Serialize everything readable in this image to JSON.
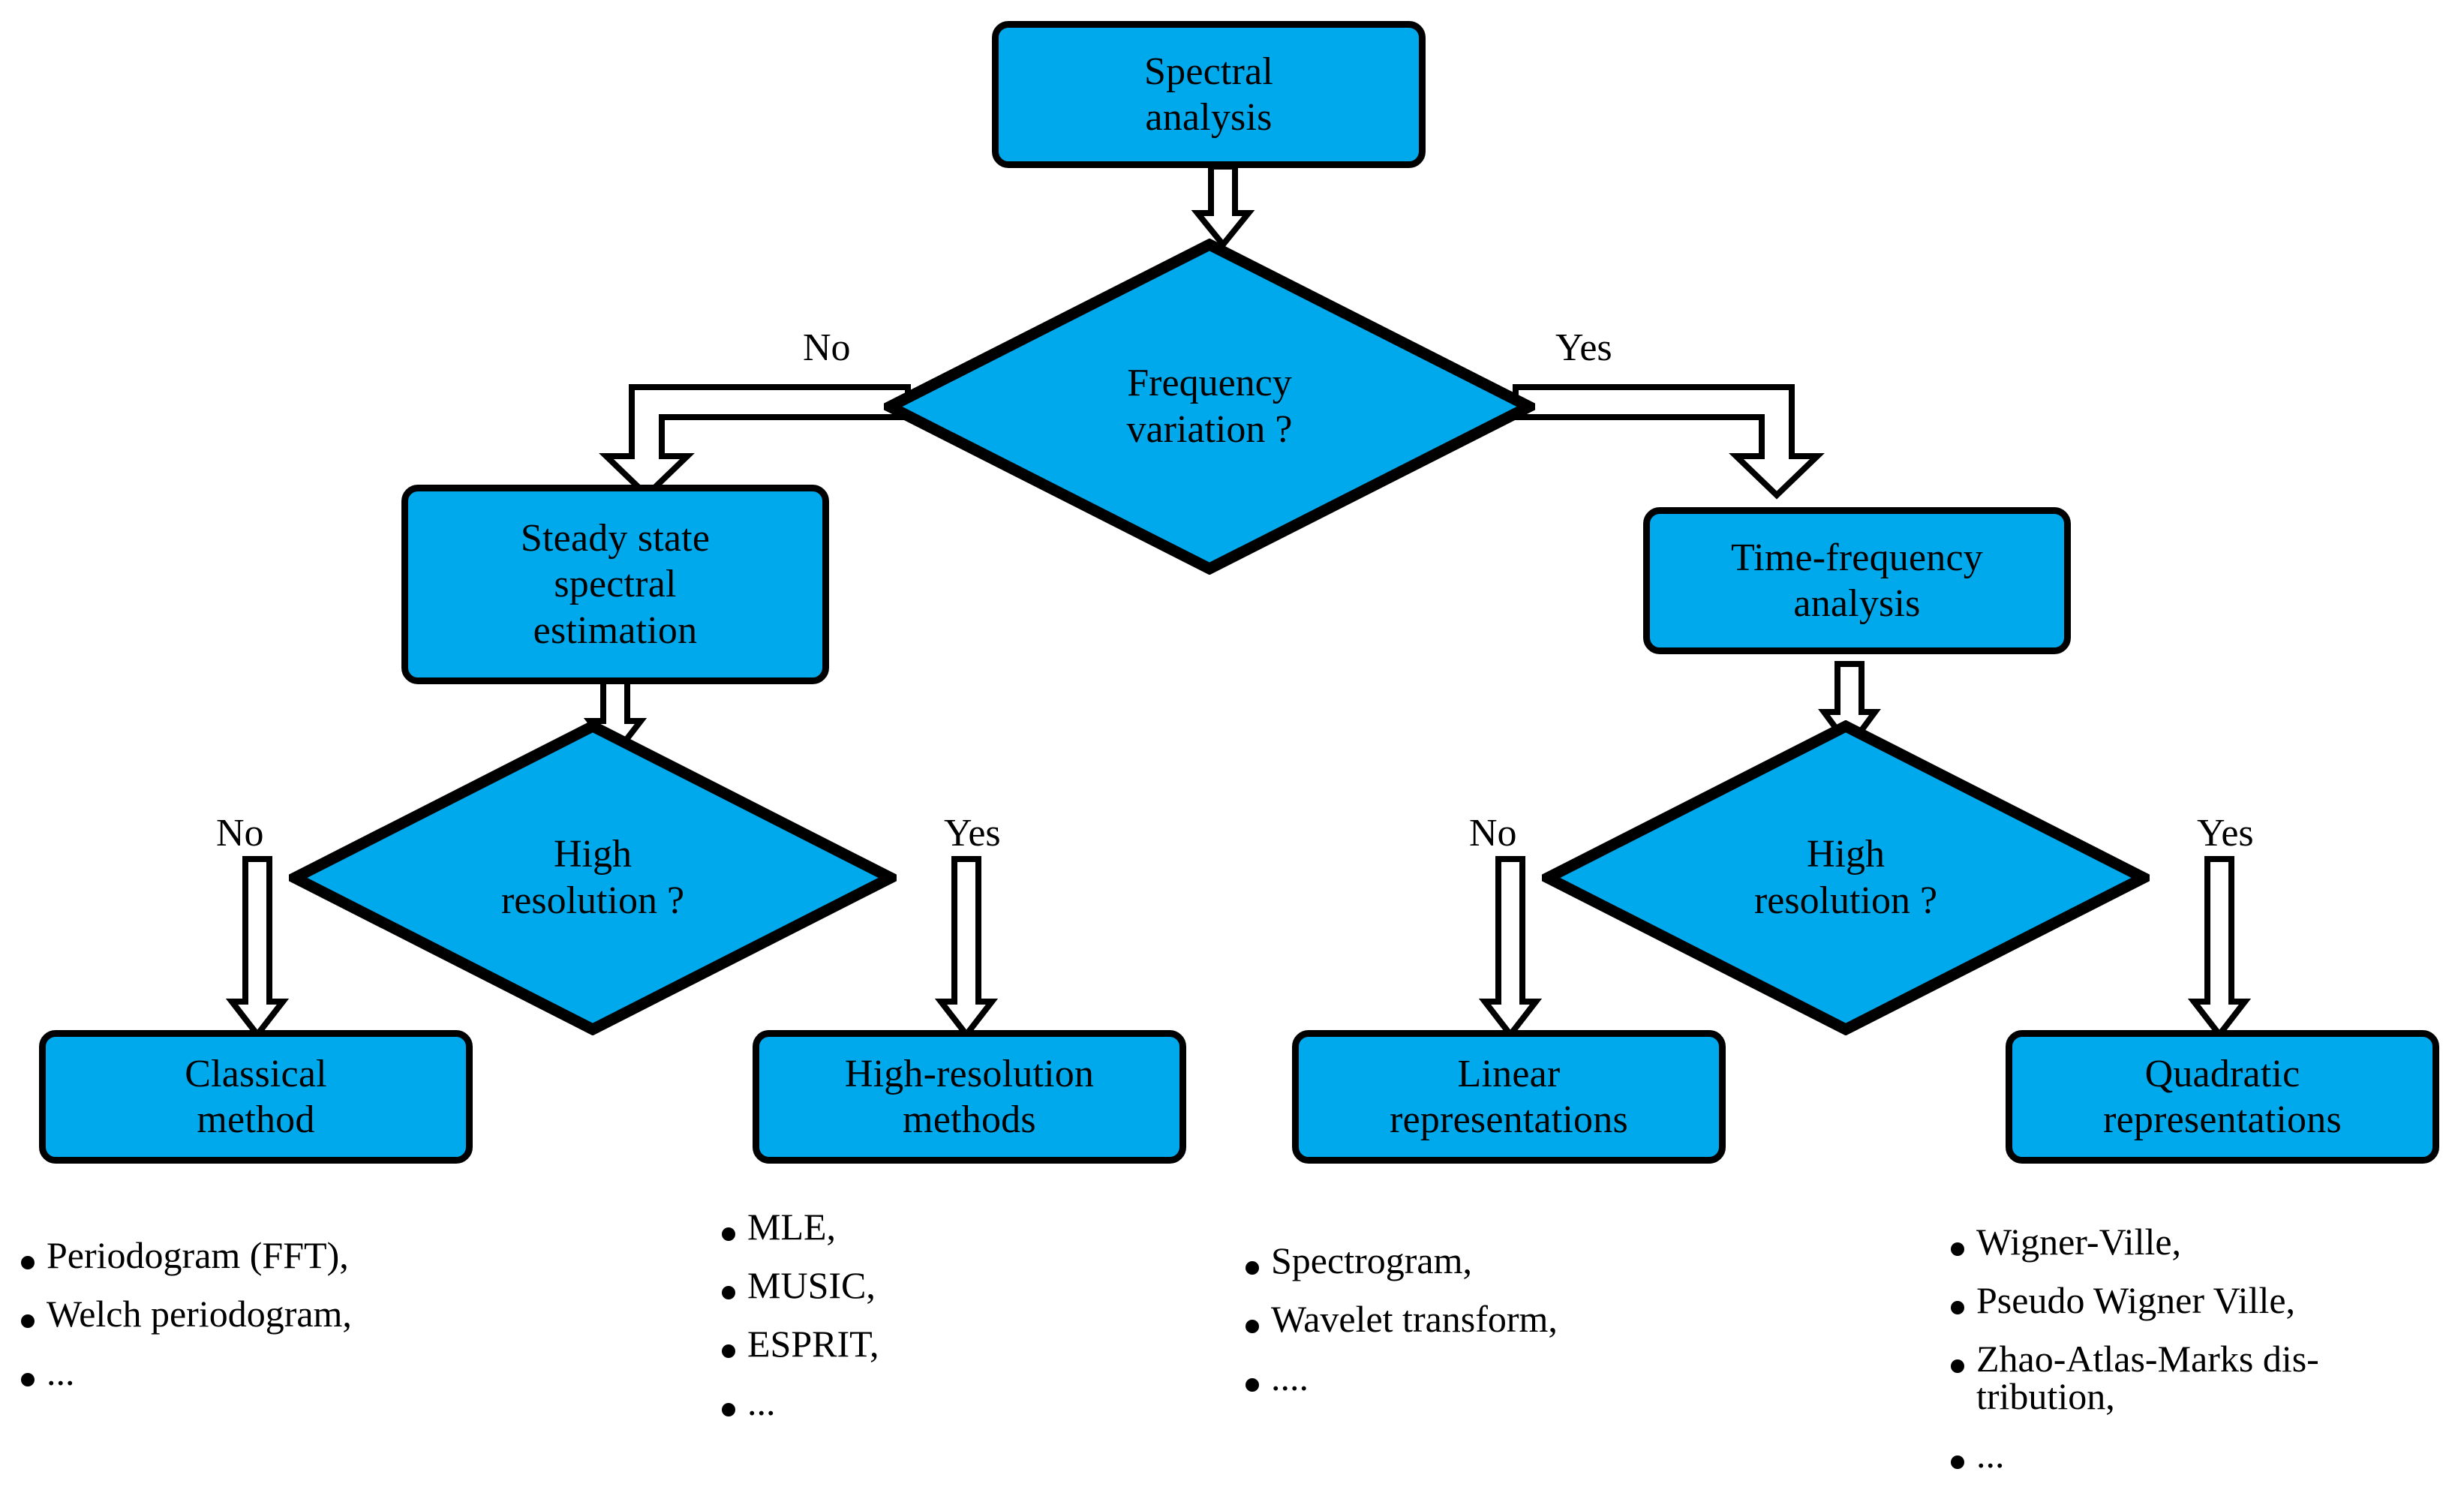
{
  "colors": {
    "node_fill": "#00a8ec",
    "node_stroke": "#000000",
    "arrow_fill": "#ffffff",
    "text": "#000000",
    "background": "#ffffff"
  },
  "diagram": {
    "type": "flowchart",
    "title": "Spectral analysis decision flowchart",
    "nodes": {
      "root": {
        "id": "spectral-analysis",
        "shape": "rounded-rect",
        "label": "Spectral\nanalysis"
      },
      "decision_freq": {
        "id": "frequency-variation",
        "shape": "diamond",
        "label": "Frequency\nvariation ?"
      },
      "steady_state": {
        "id": "steady-state-spectral-estimation",
        "shape": "rounded-rect",
        "label": "Steady state\nspectral\nestimation"
      },
      "time_freq": {
        "id": "time-frequency-analysis",
        "shape": "rounded-rect",
        "label": "Time-frequency\nanalysis"
      },
      "decision_res_left": {
        "id": "high-resolution-left",
        "shape": "diamond",
        "label": "High\nresolution ?"
      },
      "decision_res_right": {
        "id": "high-resolution-right",
        "shape": "diamond",
        "label": "High\nresolution ?"
      },
      "classical": {
        "id": "classical-method",
        "shape": "rounded-rect",
        "label": "Classical\nmethod"
      },
      "high_res": {
        "id": "high-resolution-methods",
        "shape": "rounded-rect",
        "label": "High-resolution\nmethods"
      },
      "linear": {
        "id": "linear-representations",
        "shape": "rounded-rect",
        "label": "Linear\nrepresentations"
      },
      "quadratic": {
        "id": "quadratic-representations",
        "shape": "rounded-rect",
        "label": "Quadratic\nrepresentations"
      }
    },
    "edge_labels": {
      "freq_no": "No",
      "freq_yes": "Yes",
      "res_left_no": "No",
      "res_left_yes": "Yes",
      "res_right_no": "No",
      "res_right_yes": "Yes"
    },
    "lists": {
      "classical_methods": {
        "items": [
          "Periodogram (FFT),",
          "Welch periodogram,",
          "..."
        ]
      },
      "high_resolution_methods": {
        "items": [
          "MLE,",
          "MUSIC,",
          "ESPRIT,",
          "..."
        ]
      },
      "linear_representations": {
        "items": [
          "Spectrogram,",
          "Wavelet transform,",
          "...."
        ]
      },
      "quadratic_representations": {
        "items": [
          "Wigner-Ville,",
          "Pseudo Wigner Ville,",
          "Zhao-Atlas-Marks dis-\ntribution,",
          "..."
        ]
      }
    }
  }
}
